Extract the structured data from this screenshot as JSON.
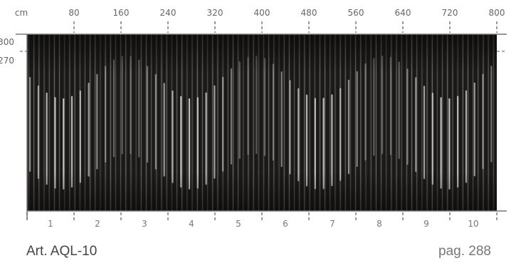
{
  "drawing": {
    "unit_label": "cm",
    "width_marks": [
      "80",
      "160",
      "240",
      "320",
      "400",
      "480",
      "560",
      "640",
      "720",
      "800"
    ],
    "height_marks": [
      "300",
      "270"
    ],
    "panel_count": 10,
    "panel_numbers": [
      "1",
      "2",
      "3",
      "4",
      "5",
      "6",
      "7",
      "8",
      "9",
      "10"
    ]
  },
  "footer": {
    "article_code": "Art. AQL-10",
    "page_label": "pag. 288"
  },
  "colors": {
    "background": "#ffffff",
    "curtain_dark": "#1e1c1b",
    "curtain_light": "#e0dfdd",
    "ruler_line": "#666666"
  }
}
